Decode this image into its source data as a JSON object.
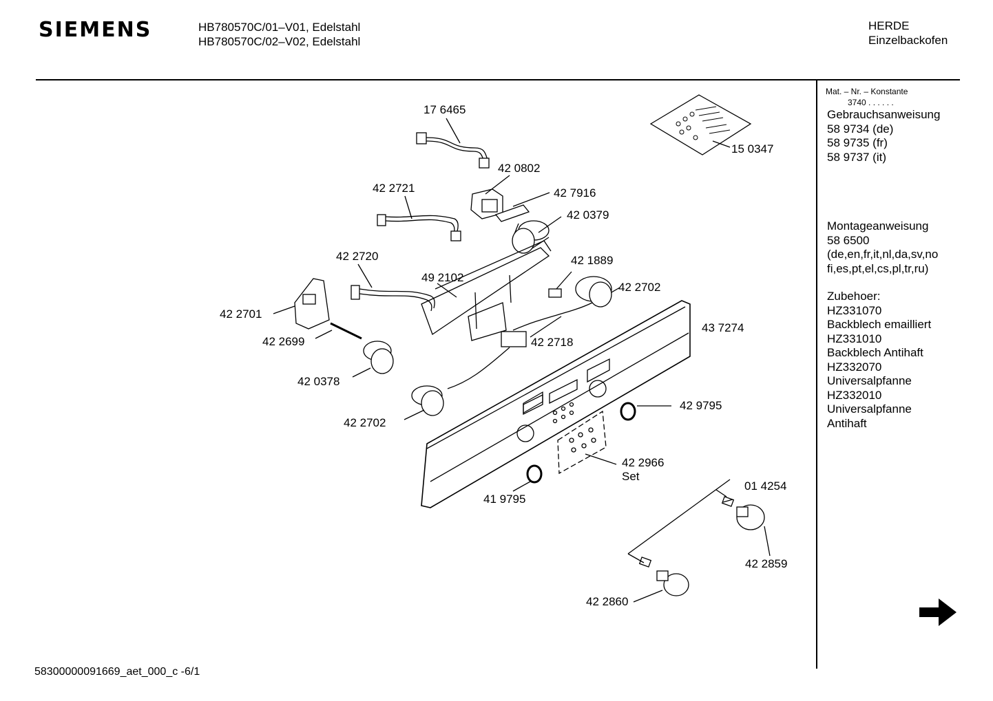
{
  "header": {
    "brand": "SIEMENS",
    "model_line_1": "HB780570C/01–V01, Edelstahl",
    "model_line_2": "HB780570C/02–V02, Edelstahl",
    "category": "HERDE",
    "subcategory": "Einzelbackofen"
  },
  "sidebar": {
    "mat_nr_label": "Mat. – Nr. – Konstante",
    "mat_nr_value": "3740 . . . . . .",
    "gebrauch_title": "Gebrauchsanweisung",
    "gebrauch_items": [
      "58 9734 (de)",
      "58 9735 (fr)",
      "58 9737 (it)"
    ],
    "montage_title": "Montageanweisung",
    "montage_number": "58 6500",
    "montage_langs_1": "(de,en,fr,it,nl,da,sv,no",
    "montage_langs_2": "fi,es,pt,el,cs,pl,tr,ru)",
    "zubehoer_title": "Zubehoer:",
    "zubehoer_items": [
      "HZ331070",
      "Backblech emailliert",
      "HZ331010",
      "Backblech Antihaft",
      "HZ332070",
      "Universalpfanne",
      "HZ332010",
      "Universalpfanne",
      "Antihaft"
    ]
  },
  "parts": {
    "p176465": "17 6465",
    "p150347": "15 0347",
    "p420802": "42 0802",
    "p422721": "42 2721",
    "p427916": "42 7916",
    "p420379": "42 0379",
    "p422720": "42 2720",
    "p492102": "49 2102",
    "p421889": "42 1889",
    "p422702a": "42 2702",
    "p422701": "42 2701",
    "p437274": "43 7274",
    "p422699": "42 2699",
    "p422718": "42 2718",
    "p420378": "42 0378",
    "p429795": "42 9795",
    "p422702b": "42 2702",
    "p422966": "42 2966",
    "p422966_set": "Set",
    "p419795": "41 9795",
    "p014254": "01 4254",
    "p422859": "42 2859",
    "p422860": "42 2860"
  },
  "footer": {
    "doc_id": "58300000091669_aet_000_c  -6/1"
  },
  "icons": {
    "next_page": "arrow-right-icon"
  }
}
